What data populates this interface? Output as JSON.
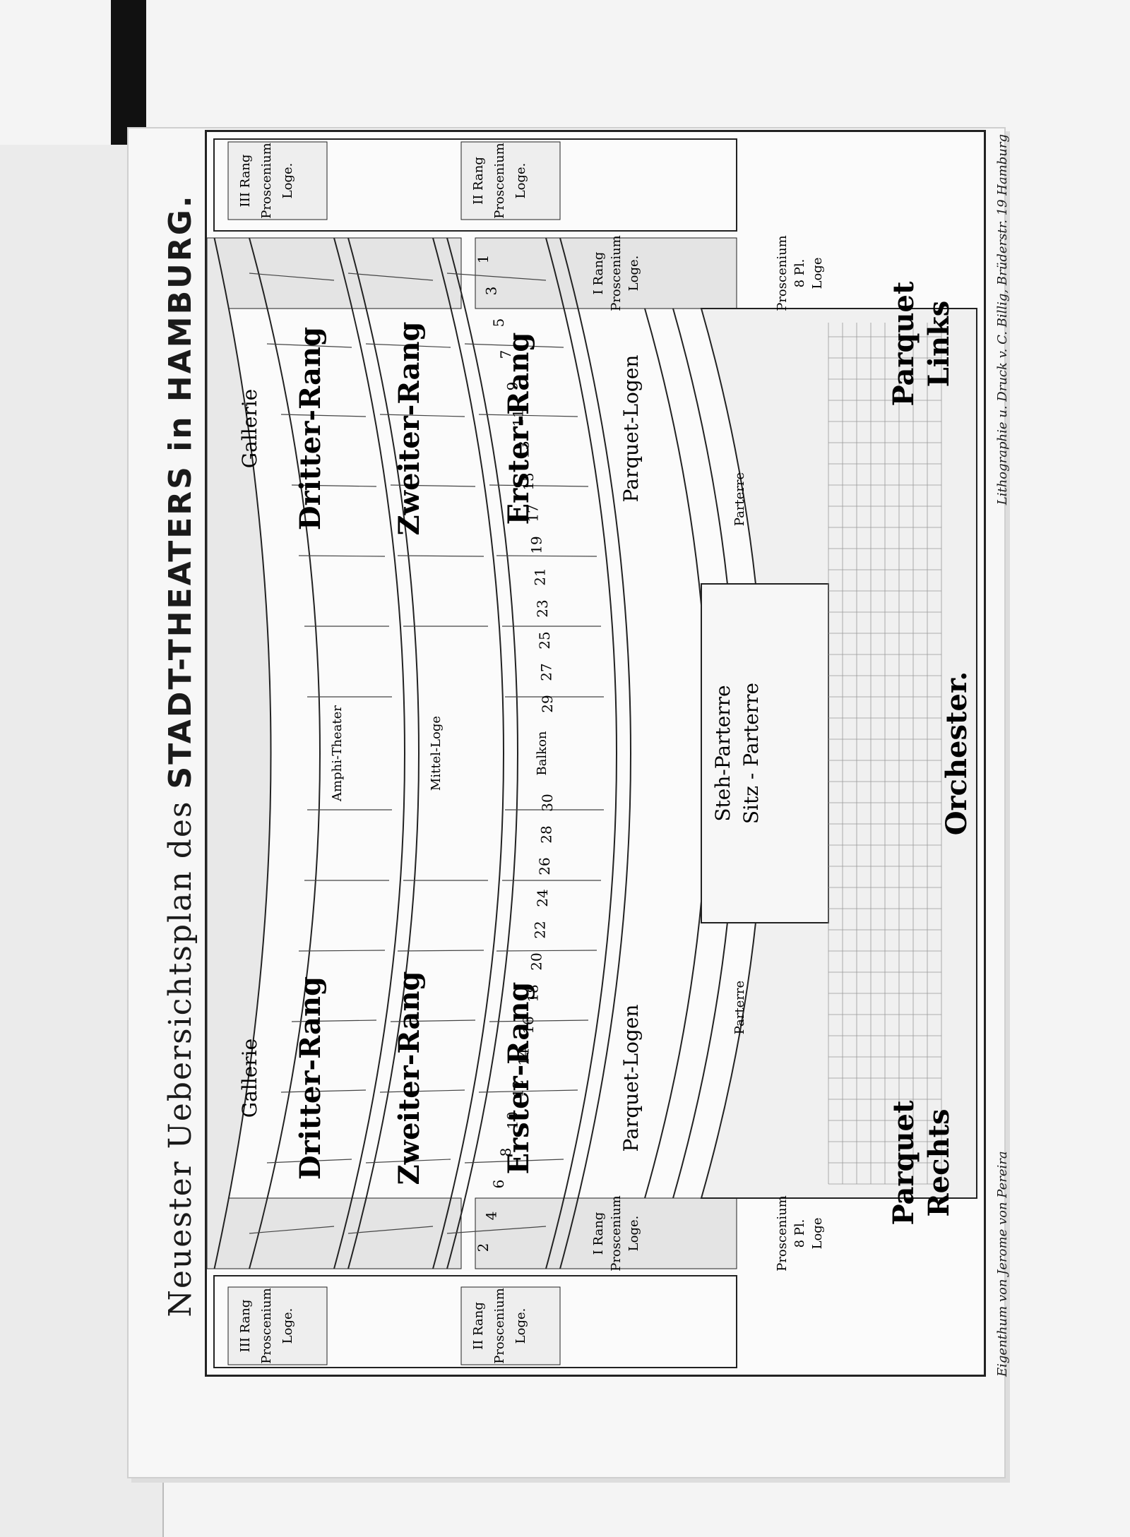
{
  "title": {
    "prefix": "Neuester Uebersichtsplan des",
    "main": "STADT-THEATERS in HAMBURG."
  },
  "footer": {
    "owner": "Eigenthum von Jerome von Pereira",
    "printer": "Lithographie u. Druck v. C. Billig, Brüderstr. 19 Hamburg"
  },
  "sections": {
    "galerie": "Gallerie",
    "dritter_rang": "Dritter-Rang",
    "zweiter_rang": "Zweiter-Rang",
    "erster_rang": "Erster-Rang",
    "parquet_logen": "Parquet-Logen",
    "parquet": "Parquet",
    "parterre": "Parterre",
    "steh_parterre": "Steh-Parterre",
    "sitz_parterre": "Sitz - Parterre",
    "orchester": "Orchester.",
    "amphi_theater": "Amphi-Theater",
    "mittel_loge": "Mittel-Loge",
    "balkon": "Balkon",
    "rechts": "Rechts",
    "links": "Links"
  },
  "boxes": {
    "iii_rang": [
      "III Rang",
      "Proscenium",
      "Loge."
    ],
    "ii_rang": [
      "II Rang",
      "Proscenium",
      "Loge."
    ],
    "i_rang": [
      "I Rang",
      "Proscenium",
      "Loge."
    ],
    "parquet_box": [
      "Proscenium",
      "8 Pl.",
      "Loge"
    ]
  },
  "seat_numbers": {
    "rechts": [
      "2",
      "4",
      "6",
      "8",
      "10",
      "12",
      "14",
      "16",
      "18",
      "20",
      "22",
      "24",
      "26",
      "28",
      "30"
    ],
    "links": [
      "1",
      "3",
      "5",
      "7",
      "9",
      "11",
      "13",
      "15",
      "17",
      "19",
      "21",
      "23",
      "25",
      "27",
      "29"
    ]
  }
}
